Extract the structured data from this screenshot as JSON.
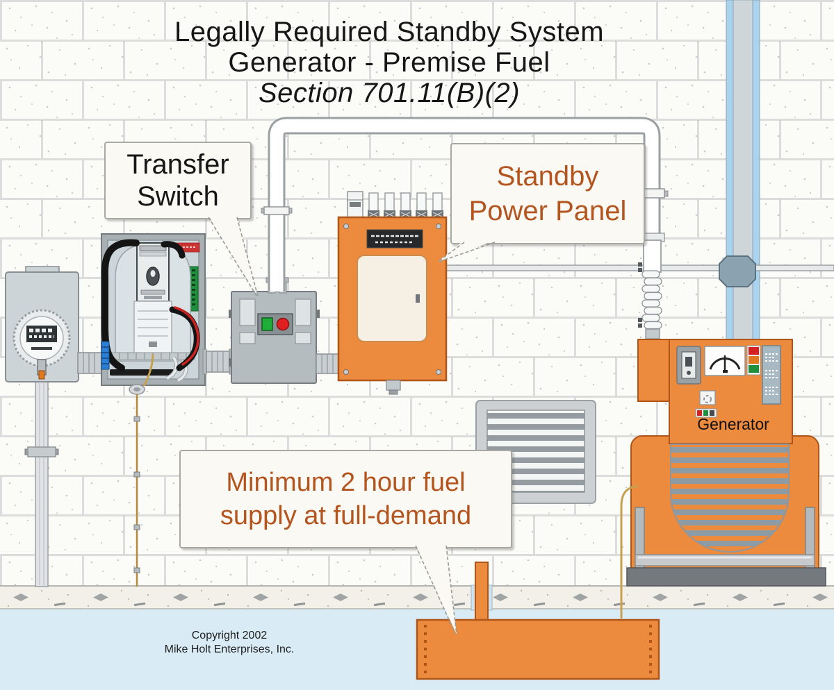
{
  "title": {
    "line1": "Legally Required Standby System",
    "line2": "Generator - Premise Fuel",
    "line3": "Section 701.11(B)(2)"
  },
  "callouts": {
    "transfer_switch": {
      "line1": "Transfer",
      "line2": "Switch",
      "text_color": "#161616",
      "points_to": "transfer-switch-enclosure"
    },
    "standby_power_panel": {
      "line1": "Standby",
      "line2": "Power Panel",
      "text_color": "#b4541e",
      "points_to": "standby-power-panel"
    },
    "fuel_supply": {
      "line1": "Minimum 2 hour fuel",
      "line2": "supply at full-demand",
      "text_color": "#b4541e",
      "points_to": "underground-fuel-tank"
    }
  },
  "equipment_labels": {
    "generator": "Generator"
  },
  "footer": {
    "copyright_line1": "Copyright 2002",
    "copyright_line2": "Mike Holt Enterprises, Inc."
  },
  "colors": {
    "equipment_orange": "#ec8a3e",
    "equipment_orange_outline": "#b05518",
    "callout_orange_text": "#b4541e",
    "wall": "#fbfbf7",
    "mortar": "#dcdcdc",
    "floor_concrete": "#f2f0e8",
    "ground_blue": "#d9ecf6",
    "metal_gray": "#b4bcc0",
    "conduit_outline": "#9aa0a3",
    "column_blue": "#a9d3ef",
    "junction_box": "#8ba3b0"
  },
  "diagram": {
    "components": [
      "utility-meter",
      "meter-pedestal",
      "transfer-switch-open-enclosure",
      "transfer-switch-enclosure",
      "standby-power-panel",
      "branch-circuit-conduits",
      "feeder-conduit-run",
      "flexible-conduit",
      "junction-box",
      "structural-column",
      "generator",
      "generator-gauge",
      "generator-indicator-lights",
      "vent-grille",
      "grounding-conductor",
      "fuel-line",
      "underground-fuel-tank",
      "concrete-floor"
    ]
  }
}
